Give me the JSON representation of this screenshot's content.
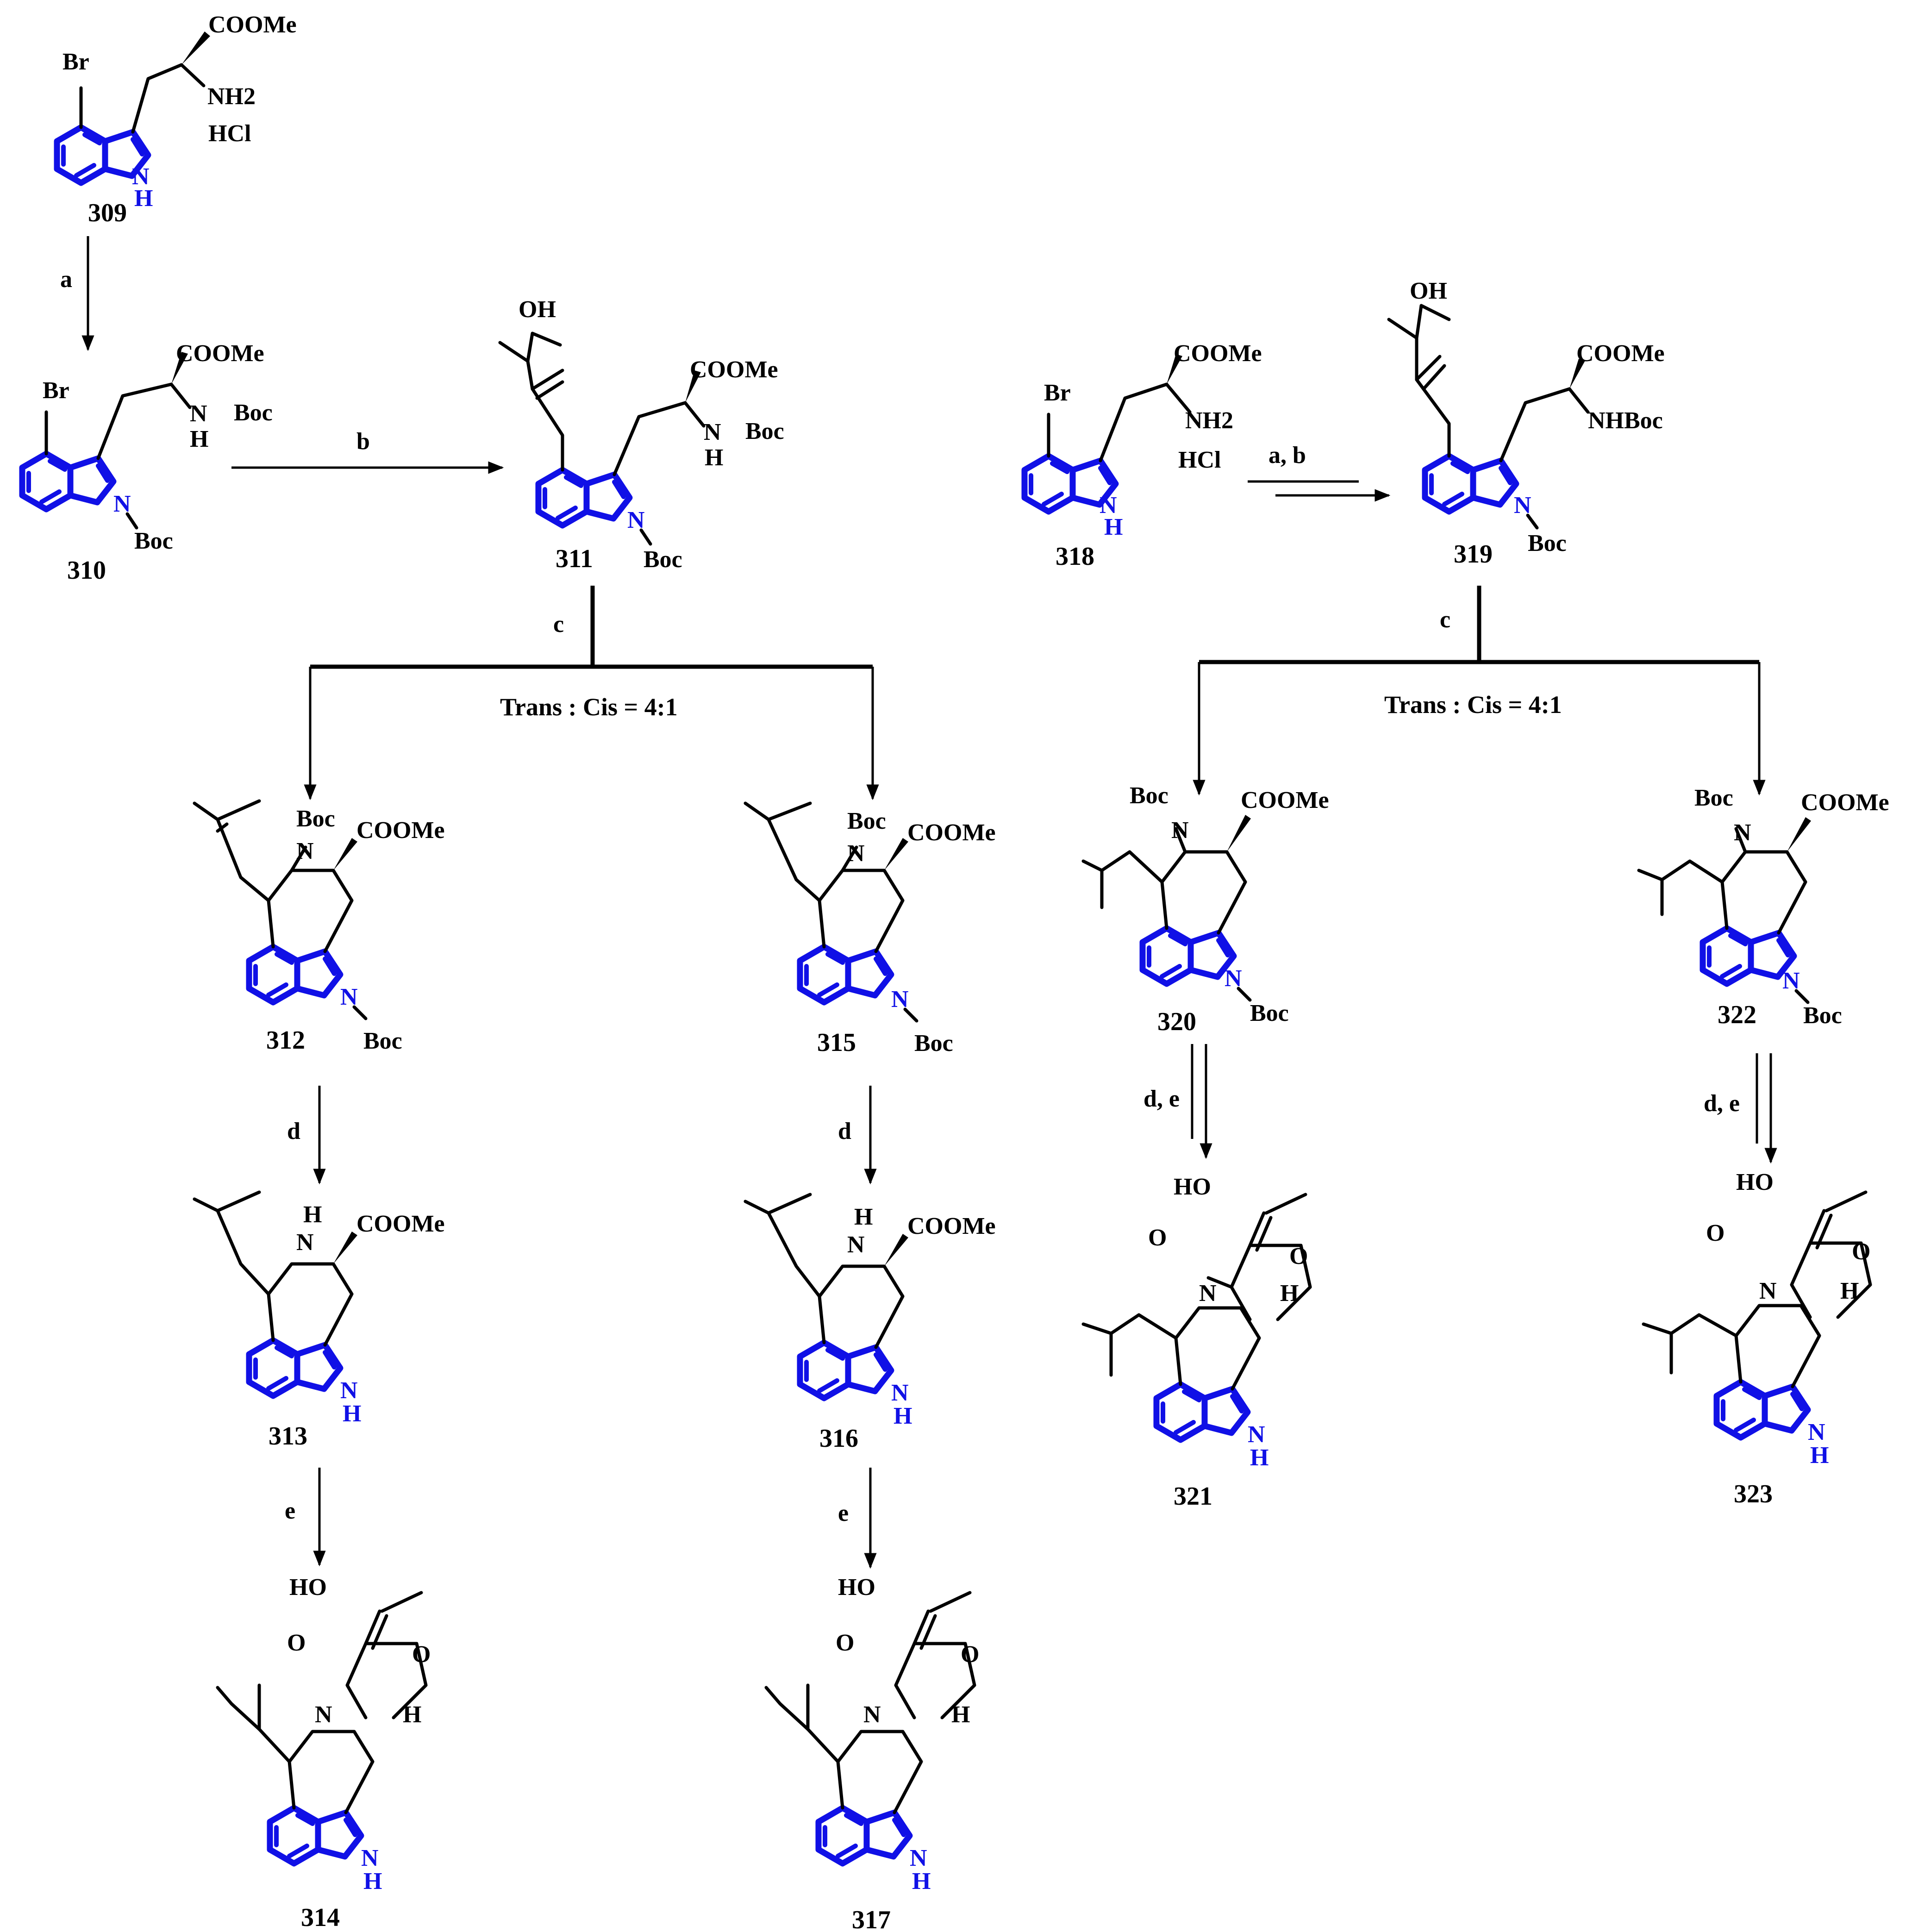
{
  "compounds": {
    "c309": {
      "number": "309",
      "sub1": "COOMe",
      "sub2": "NH2",
      "salt": "HCl",
      "halogen": "Br",
      "nh": "N",
      "nh_h": "H"
    },
    "c310": {
      "number": "310",
      "sub1": "COOMe",
      "nh_n": "N",
      "boc_side": "Boc",
      "nh_h": "H",
      "halogen": "Br",
      "n1": "N",
      "boc_ring": "Boc"
    },
    "c311": {
      "number": "311",
      "oh": "OH",
      "sub1": "COOMe",
      "nh_n": "N",
      "boc_side": "Boc",
      "nh_h": "H",
      "n1": "N",
      "boc_ring": "Boc"
    },
    "c318": {
      "number": "318",
      "sub1": "COOMe",
      "sub2": "NH2",
      "salt": "HCl",
      "halogen": "Br",
      "nh": "N",
      "nh_h": "H"
    },
    "c319": {
      "number": "319",
      "oh": "OH",
      "sub1": "COOMe",
      "sub2": "NHBoc",
      "n1": "N",
      "boc_ring": "Boc"
    },
    "c312": {
      "number": "312",
      "boc_top": "Boc",
      "n": "N",
      "sub1": "COOMe",
      "n1": "N",
      "boc_ring": "Boc"
    },
    "c315": {
      "number": "315",
      "boc_top": "Boc",
      "n": "N",
      "sub1": "COOMe",
      "n1": "N",
      "boc_ring": "Boc"
    },
    "c320": {
      "number": "320",
      "boc_top": "Boc",
      "n": "N",
      "sub1": "COOMe",
      "n1": "N",
      "boc_ring": "Boc"
    },
    "c322": {
      "number": "322",
      "boc_top": "Boc",
      "n": "N",
      "sub1": "COOMe",
      "n1": "N",
      "boc_ring": "Boc"
    },
    "c313": {
      "number": "313",
      "nh_h": "H",
      "n": "N",
      "sub1": "COOMe",
      "ring_n": "N",
      "ring_h": "H"
    },
    "c316": {
      "number": "316",
      "nh_h": "H",
      "n": "N",
      "sub1": "COOMe",
      "ring_n": "N",
      "ring_h": "H"
    },
    "c314": {
      "number": "314",
      "ho": "HO",
      "o1": "O",
      "o2": "O",
      "n": "N",
      "h": "H",
      "ring_n": "N",
      "ring_h": "H"
    },
    "c317": {
      "number": "317",
      "ho": "HO",
      "o1": "O",
      "o2": "O",
      "n": "N",
      "h": "H",
      "ring_n": "N",
      "ring_h": "H"
    },
    "c321": {
      "number": "321",
      "ho": "HO",
      "o1": "O",
      "o2": "O",
      "n": "N",
      "h": "H",
      "ring_n": "N",
      "ring_h": "H"
    },
    "c323": {
      "number": "323",
      "ho": "HO",
      "o1": "O",
      "o2": "O",
      "n": "N",
      "h": "H",
      "ring_n": "N",
      "ring_h": "H"
    }
  },
  "reagents": {
    "a": "a",
    "b": "b",
    "ab": "a, b",
    "c_left": "c",
    "c_right": "c",
    "d_312": "d",
    "d_315": "d",
    "e_313": "e",
    "e_316": "e",
    "de_320": "d, e",
    "de_322": "d, e"
  },
  "ratios": {
    "left": "Trans : Cis = 4:1",
    "right": "Trans : Cis = 4:1"
  },
  "colors": {
    "indole": "#1010e6",
    "bonds": "#000000"
  }
}
